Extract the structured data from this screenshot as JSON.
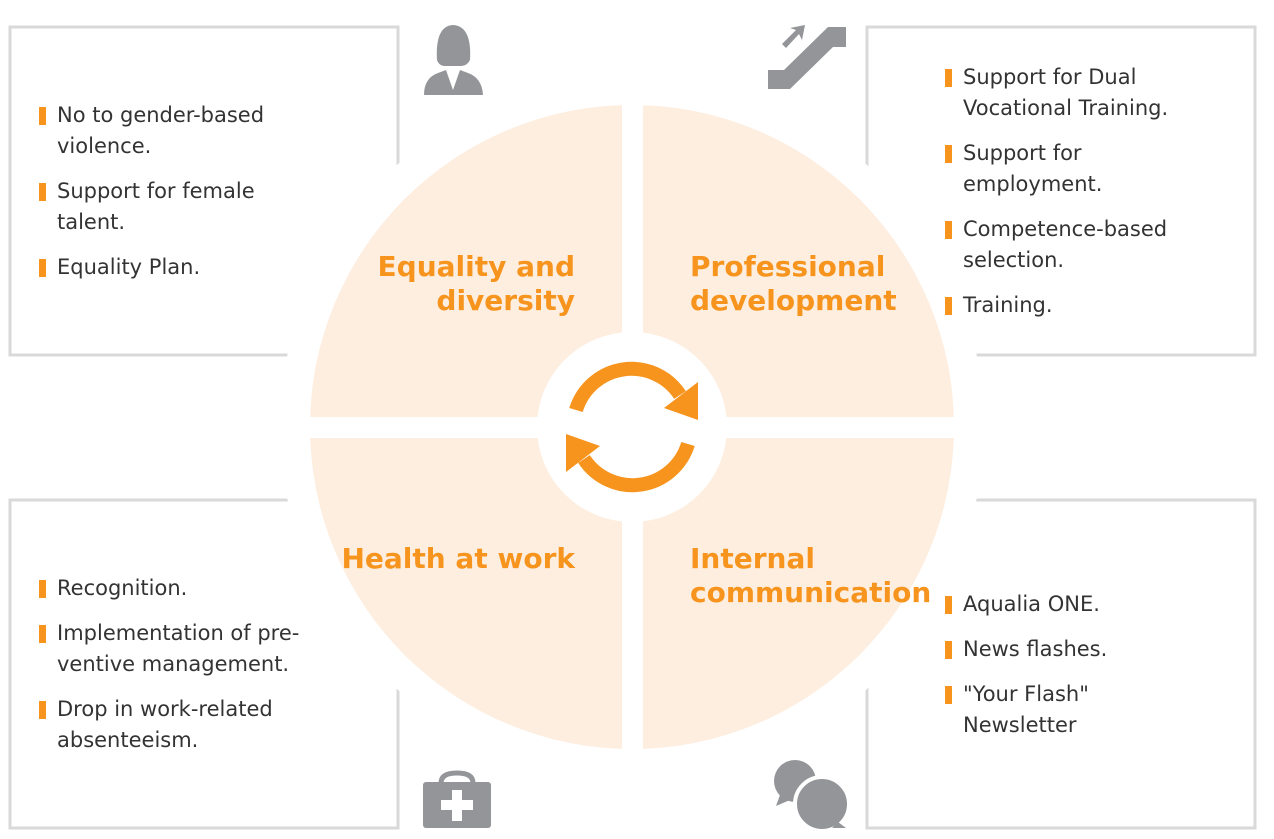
{
  "colors": {
    "accent": "#f7941d",
    "quadrant_fill": "#fdeee0",
    "box_border": "#d9d9d9",
    "icon": "#939598"
  },
  "quadrants": [
    {
      "title_line1": "Equality and",
      "title_line2": "diversity",
      "icon": "businesswoman-icon",
      "items": [
        "No to gender-based violence.",
        "Support for female talent.",
        "Equality Plan."
      ]
    },
    {
      "title_line1": "Professional",
      "title_line2": "development",
      "icon": "escalator-icon",
      "items": [
        "Support for Dual Vocational Training.",
        "Support for employment.",
        "Competence-based selection.",
        "Training."
      ]
    },
    {
      "title_line1": "Health at work",
      "title_line2": "",
      "icon": "first-aid-kit-icon",
      "items": [
        "Recognition.",
        "Implementation of pre-ventive management.",
        "Drop in work-related absenteeism."
      ]
    },
    {
      "title_line1": "Internal",
      "title_line2": "communication",
      "icon": "chat-bubbles-icon",
      "items": [
        "Aqualia ONE.",
        "News flashes.",
        "\"Your Flash\" Newsletter"
      ]
    }
  ],
  "center_icon": "refresh-cycle-icon"
}
